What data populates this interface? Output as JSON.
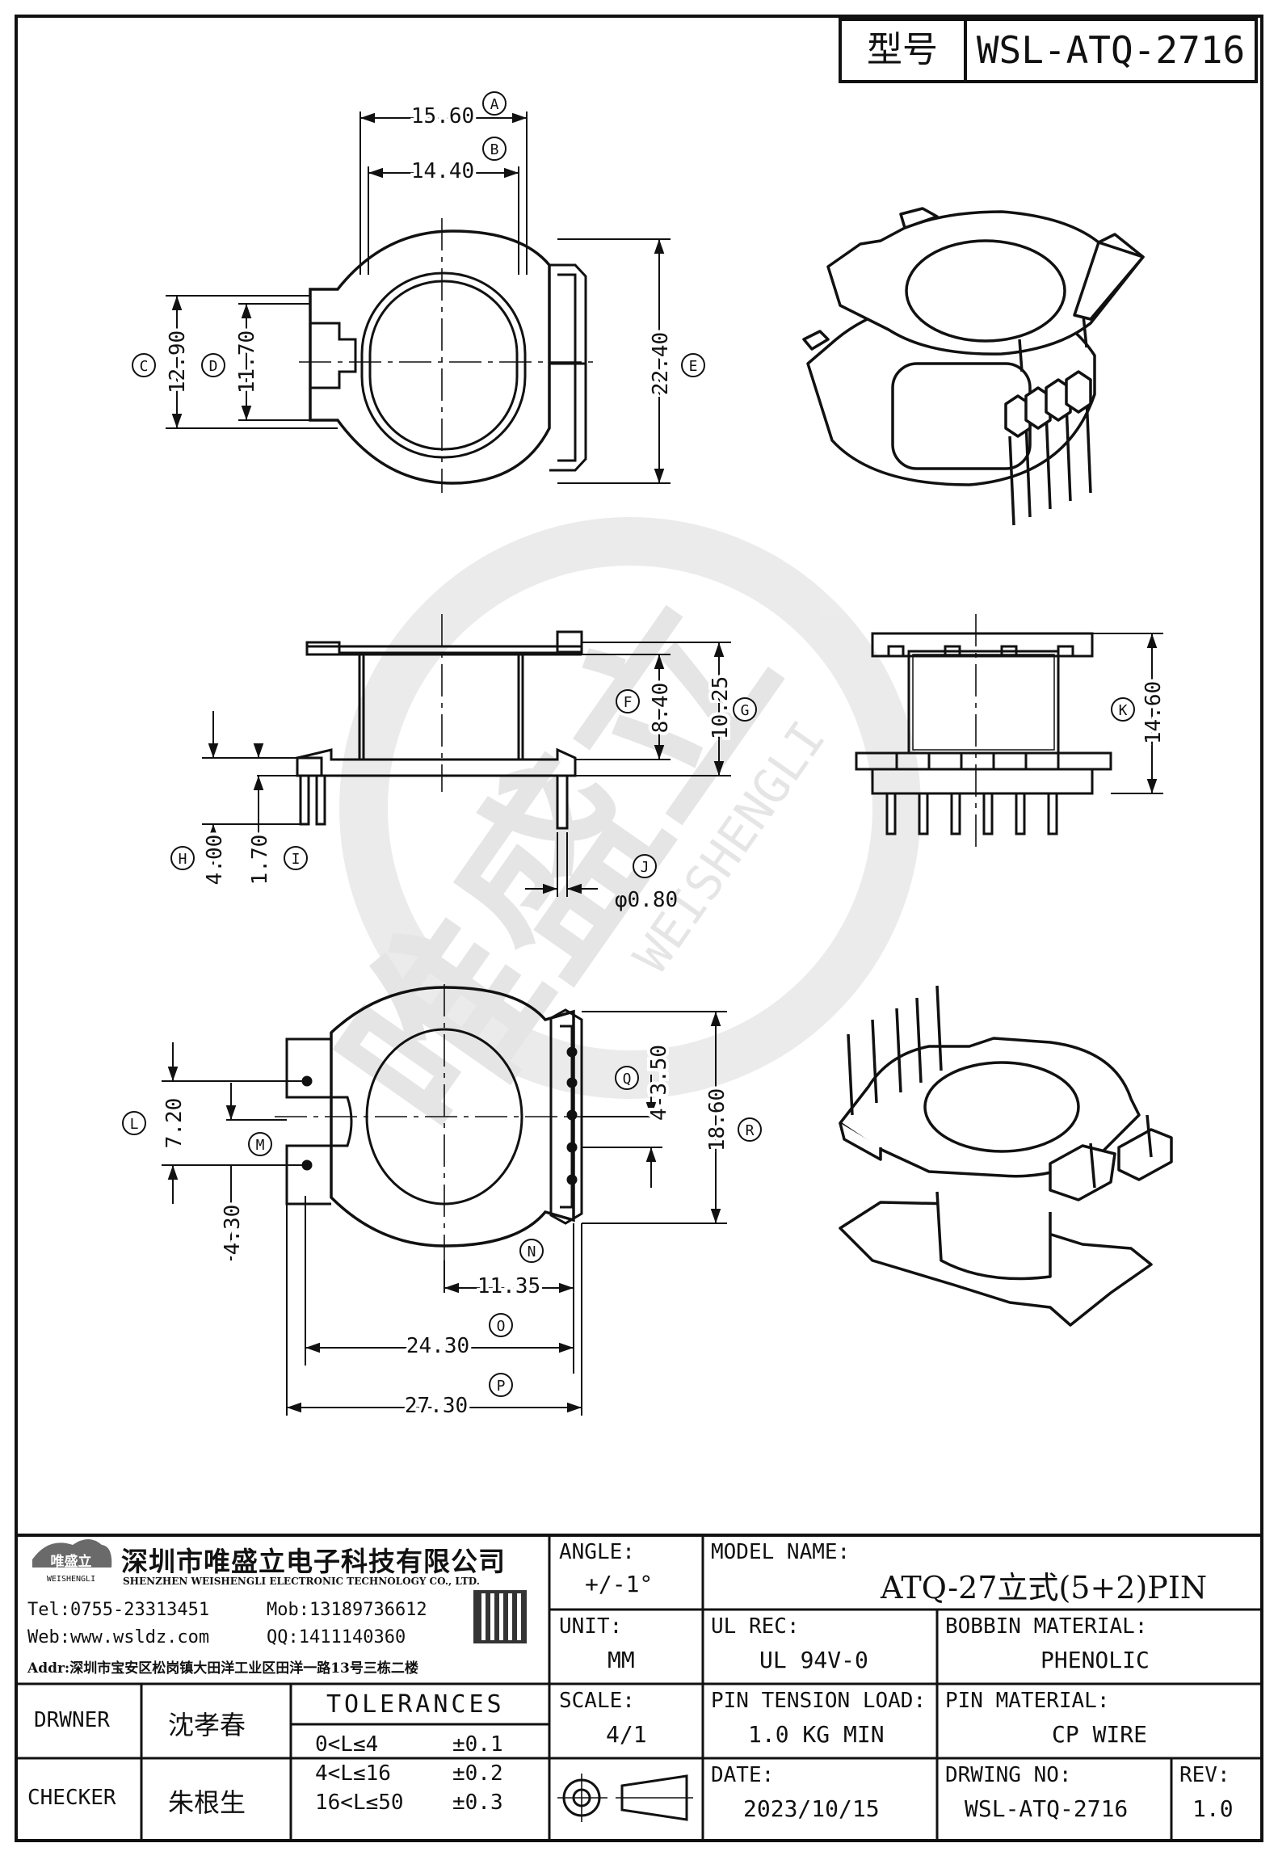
{
  "header": {
    "model_label": "型号",
    "model_value": "WSL-ATQ-2716"
  },
  "dims": {
    "A": {
      "letter": "A",
      "value": "15.60"
    },
    "B": {
      "letter": "B",
      "value": "14.40"
    },
    "C": {
      "letter": "C",
      "value": "12.90"
    },
    "D": {
      "letter": "D",
      "value": "11.70"
    },
    "E": {
      "letter": "E",
      "value": "22.40"
    },
    "F": {
      "letter": "F",
      "value": "8.40"
    },
    "G": {
      "letter": "G",
      "value": "10.25"
    },
    "H": {
      "letter": "H",
      "value": "4.00"
    },
    "I": {
      "letter": "I",
      "value": "1.70"
    },
    "J": {
      "letter": "J",
      "value": "φ0.80"
    },
    "K": {
      "letter": "K",
      "value": "14.60"
    },
    "L": {
      "letter": "L",
      "value": "7.20"
    },
    "M": {
      "letter": "M",
      "value": "4.30"
    },
    "N": {
      "letter": "N",
      "value": "11.35"
    },
    "O": {
      "letter": "O",
      "value": "24.30"
    },
    "P": {
      "letter": "P",
      "value": "27.30"
    },
    "Q": {
      "letter": "Q",
      "value": "4-3.50"
    },
    "R": {
      "letter": "R",
      "value": "18.60"
    }
  },
  "watermark": {
    "cn": "唯盛立",
    "en": "WEISHENGLI"
  },
  "company": {
    "logo_text": "唯盛立",
    "logo_sub": "WEISHENGLI",
    "name_cn": "深圳市唯盛立电子科技有限公司",
    "name_en": "SHENZHEN WEISHENGLI ELECTRONIC TECHNOLOGY CO., LTD.",
    "tel": "Tel:0755-23313451",
    "mob": "Mob:13189736612",
    "web": "Web:www.wsldz.com",
    "qq": "QQ:1411140360",
    "addr": "Addr:深圳市宝安区松岗镇大田洋工业区田洋一路13号三栋二楼"
  },
  "title_block": {
    "angle_label": "ANGLE:",
    "angle_value": "+/-1°",
    "model_name_label": "MODEL NAME:",
    "model_name_value": "ATQ-27立式(5+2)PIN",
    "unit_label": "UNIT:",
    "unit_value": "MM",
    "ul_label": "UL REC:",
    "ul_value": "UL 94V-0",
    "bobbin_label": "BOBBIN MATERIAL:",
    "bobbin_value": "PHENOLIC",
    "scale_label": "SCALE:",
    "scale_value": "4/1",
    "pin_tension_label": "PIN TENSION LOAD:",
    "pin_tension_value": "1.0 KG MIN",
    "pin_material_label": "PIN MATERIAL:",
    "pin_material_value": "CP WIRE",
    "date_label": "DATE:",
    "date_value": "2023/10/15",
    "drawing_no_label": "DRWING NO:",
    "drawing_no_value": "WSL-ATQ-2716",
    "rev_label": "REV:",
    "rev_value": "1.0",
    "drawer_label": "DRWNER",
    "drawer_value": "沈孝春",
    "checker_label": "CHECKER",
    "checker_value": "朱根生",
    "tolerances_label": "TOLERANCES",
    "tolerances": [
      {
        "range": "0<L≤4",
        "tol": "±0.1"
      },
      {
        "range": "4<L≤16",
        "tol": "±0.2"
      },
      {
        "range": "16<L≤50",
        "tol": "±0.3"
      }
    ]
  }
}
